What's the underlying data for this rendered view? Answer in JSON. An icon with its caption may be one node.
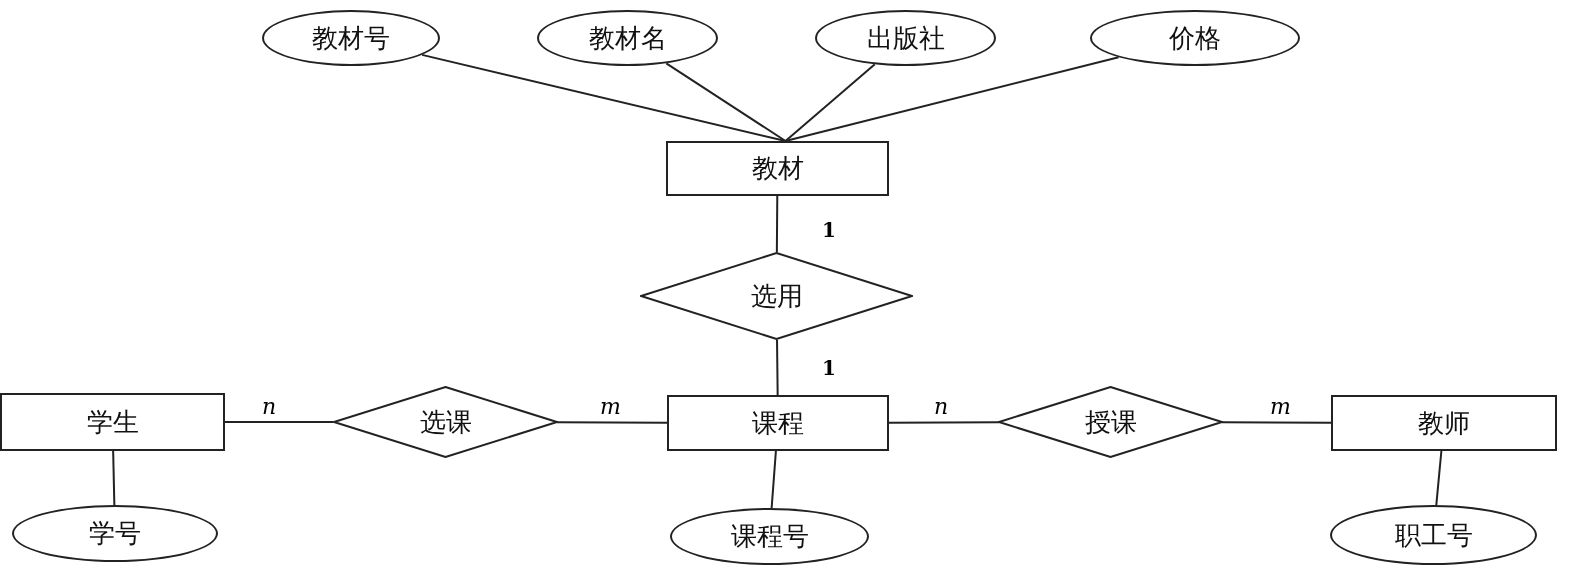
{
  "diagram": {
    "nodes": [
      {
        "text": [
          "教材号"
        ]
      },
      {
        "text": [
          "教材名"
        ]
      },
      {
        "text": [
          "出版社"
        ]
      },
      {
        "text": [
          "价格"
        ]
      },
      {
        "text": [
          "教材"
        ]
      },
      {
        "text": [
          "选用"
        ]
      },
      {
        "text": [
          "学生"
        ]
      },
      {
        "text": [
          "选课"
        ]
      },
      {
        "text": [
          "课程"
        ]
      },
      {
        "text": [
          "授课"
        ]
      },
      {
        "text": [
          "教师"
        ]
      },
      {
        "text": [
          "学号"
        ]
      },
      {
        "text": [
          "课程号"
        ]
      },
      {
        "text": [
          "职工号"
        ]
      }
    ],
    "edges": [
      {
        "from": 0,
        "to": 4,
        "arrow": "none"
      },
      {
        "from": 1,
        "to": 4,
        "arrow": "none"
      },
      {
        "from": 2,
        "to": 4,
        "arrow": "none"
      },
      {
        "from": 3,
        "to": 4,
        "arrow": "none"
      },
      {
        "from": 4,
        "to": 5,
        "arrow": "none",
        "label": "1"
      },
      {
        "from": 5,
        "to": 8,
        "arrow": "none",
        "label": "1"
      },
      {
        "from": 6,
        "to": 7,
        "arrow": "none",
        "label": "n"
      },
      {
        "from": 7,
        "to": 8,
        "arrow": "none",
        "label": "m"
      },
      {
        "from": 8,
        "to": 9,
        "arrow": "none",
        "label": "n"
      },
      {
        "from": 9,
        "to": 10,
        "arrow": "none",
        "label": "m"
      },
      {
        "from": 6,
        "to": 11,
        "arrow": "none"
      },
      {
        "from": 8,
        "to": 12,
        "arrow": "none"
      },
      {
        "from": 10,
        "to": 13,
        "arrow": "none"
      }
    ]
  }
}
